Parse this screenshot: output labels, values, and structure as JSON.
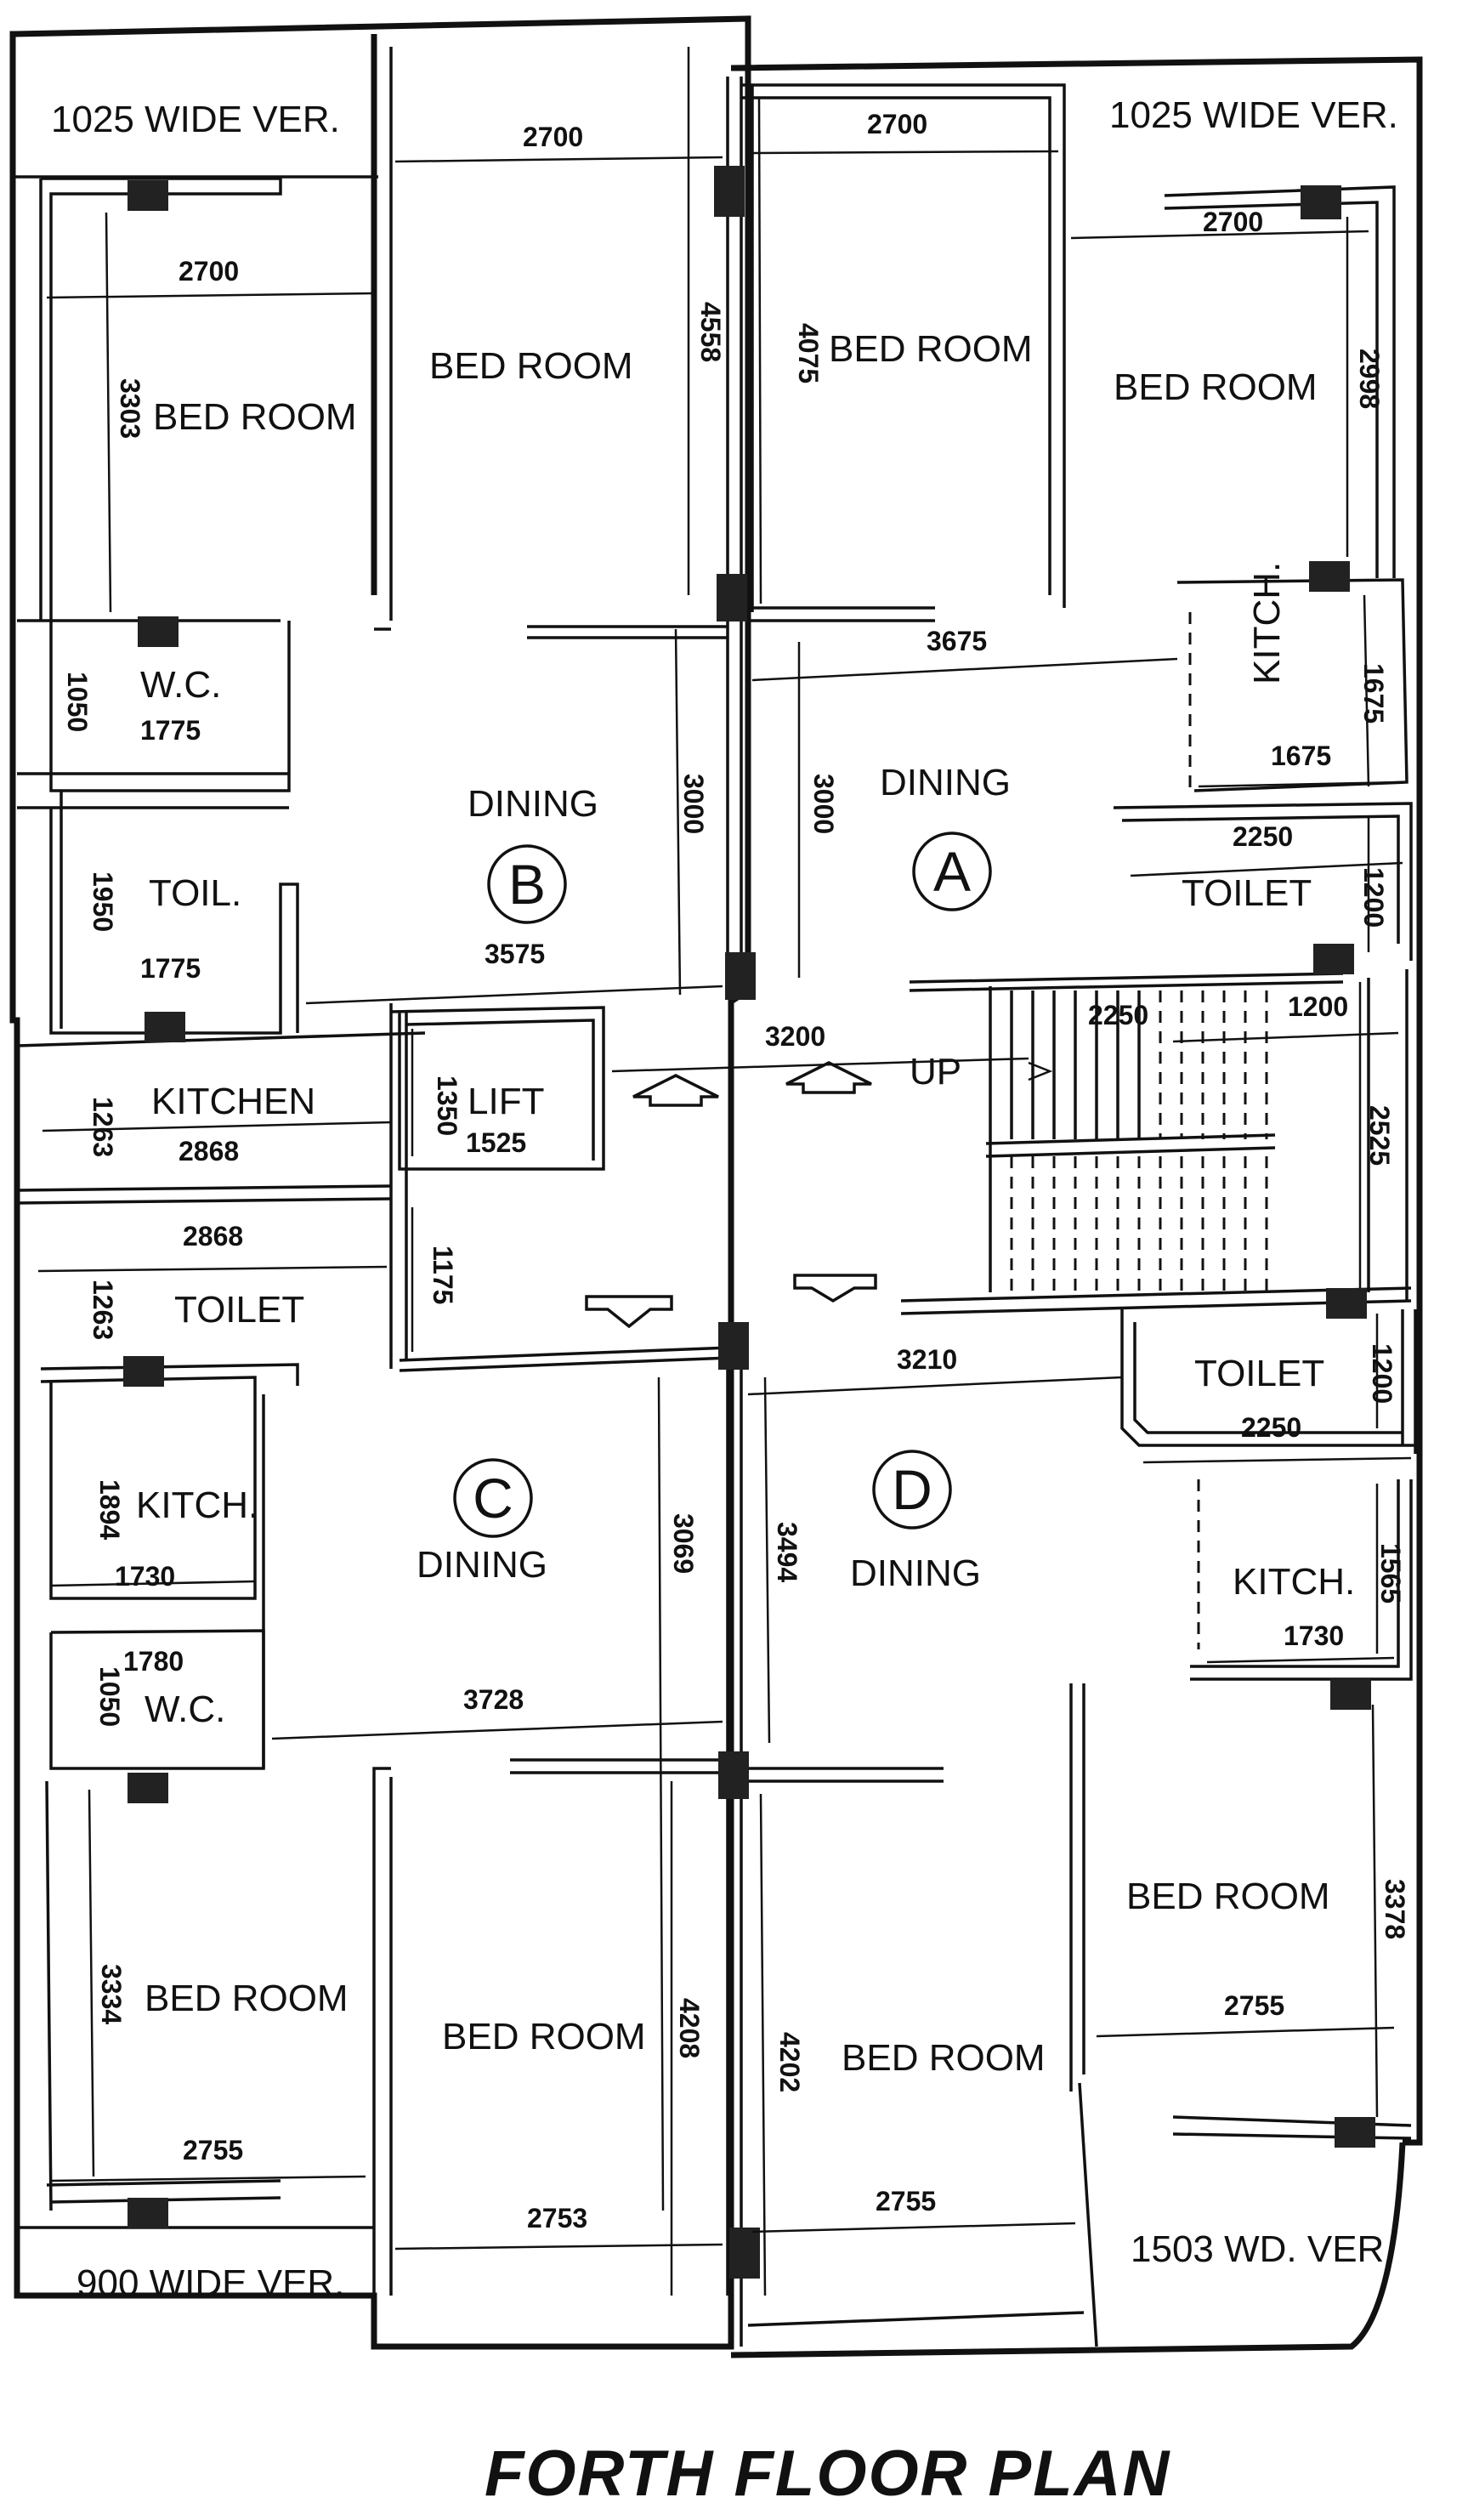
{
  "title": "FORTH FLOOR PLAN",
  "units": {
    "a": "A",
    "b": "B",
    "c": "C",
    "d": "D"
  },
  "rooms": {
    "ver_tl": "1025 WIDE VER.",
    "ver_tr": "1025 WIDE VER.",
    "ver_bl": "900 WIDE VER.",
    "ver_br": "1503 WD. VER.",
    "bed_b_outer": "BED ROOM",
    "bed_b_inner": "BED ROOM",
    "bed_a_inner": "BED ROOM",
    "bed_a_outer": "BED ROOM",
    "wc_b": "W.C.",
    "toil_b": "TOIL.",
    "kitchen_b": "KITCHEN",
    "dining_b": "DINING",
    "dining_a": "DINING",
    "kitch_a": "KITCH.",
    "toilet_a": "TOILET",
    "lift": "LIFT",
    "up": "UP",
    "toilet_c": "TOILET",
    "kitch_c": "KITCH.",
    "wc_c": "W.C.",
    "dining_c": "DINING",
    "toilet_d": "TOILET",
    "kitch_d": "KITCH.",
    "dining_d": "DINING",
    "bed_c_outer": "BED ROOM",
    "bed_c_inner": "BED ROOM",
    "bed_d_inner": "BED ROOM",
    "bed_d_outer": "BED ROOM"
  },
  "dims": {
    "d2700_tl": "2700",
    "d2700_b_inner": "2700",
    "d2700_a_inner": "2700",
    "d2700_tr": "2700",
    "d3303": "3303",
    "d4558": "4558",
    "d4075": "4075",
    "d2998": "2998",
    "d1050_b": "1050",
    "d1775_b1": "1775",
    "d1950": "1950",
    "d1775_b2": "1775",
    "d3000_b": "3000",
    "d3000_a": "3000",
    "d3575": "3575",
    "d3675": "3675",
    "d1675_v": "1675",
    "d1675_h": "1675",
    "d2250_a": "2250",
    "d1200_a": "1200",
    "d1263_b": "1263",
    "d2868_b": "2868",
    "d1350": "1350",
    "d1525": "1525",
    "d3200": "3200",
    "d2250_st": "2250",
    "d1200_st": "1200",
    "d2525": "2525",
    "d2868_c": "2868",
    "d1263_c": "1263",
    "d1175": "1175",
    "d3210": "3210",
    "d1200_d": "1200",
    "d2250_d": "2250",
    "d1894": "1894",
    "d1730_c": "1730",
    "d1780": "1780",
    "d1050_c": "1050",
    "d3069": "3069",
    "d3494": "3494",
    "d1565": "1565",
    "d1730_d": "1730",
    "d3728": "3728",
    "d3378": "3378",
    "d2755_dr": "2755",
    "d3334": "3334",
    "d4208": "4208",
    "d4202": "4202",
    "d2755_cl": "2755",
    "d2753": "2753",
    "d2755_dl": "2755"
  }
}
